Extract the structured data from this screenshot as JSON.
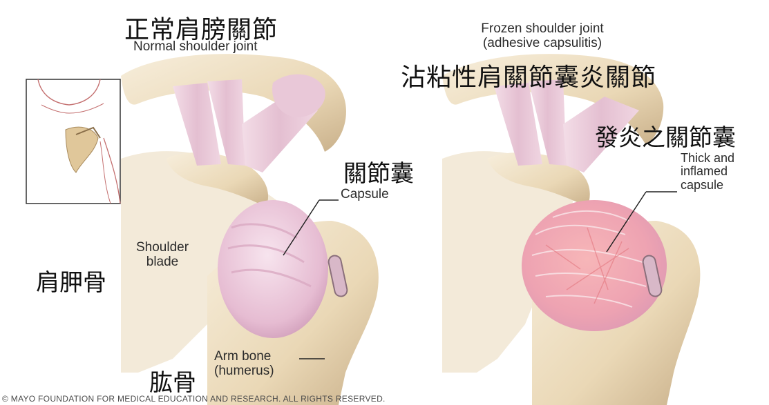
{
  "normal": {
    "title_zh": "正常肩膀關節",
    "title_en": "Normal shoulder joint",
    "capsule_zh": "關節囊",
    "capsule_en": "Capsule",
    "blade_en_line1": "Shoulder",
    "blade_en_line2": "blade",
    "blade_zh": "肩胛骨",
    "armbone_en_line1": "Arm bone",
    "armbone_en_line2": "(humerus)",
    "armbone_zh": "肱骨"
  },
  "frozen": {
    "title_en_line1": "Frozen shoulder joint",
    "title_en_line2": "(adhesive capsulitis)",
    "title_zh": "沾粘性肩關節囊炎關節",
    "inflamed_zh": "發炎之關節囊",
    "inflamed_en_line1": "Thick and",
    "inflamed_en_line2": "inflamed",
    "inflamed_en_line3": "capsule"
  },
  "copyright": "© MAYO FOUNDATION FOR MEDICAL EDUCATION AND RESEARCH. ALL RIGHTS RESERVED.",
  "colors": {
    "bone": "#efe0c4",
    "bone_shadow": "#cdb896",
    "ligament": "#e8c8d6",
    "capsule": "#ecc6dc",
    "inflamed": "#f2a3a6",
    "leader": "#222222"
  }
}
